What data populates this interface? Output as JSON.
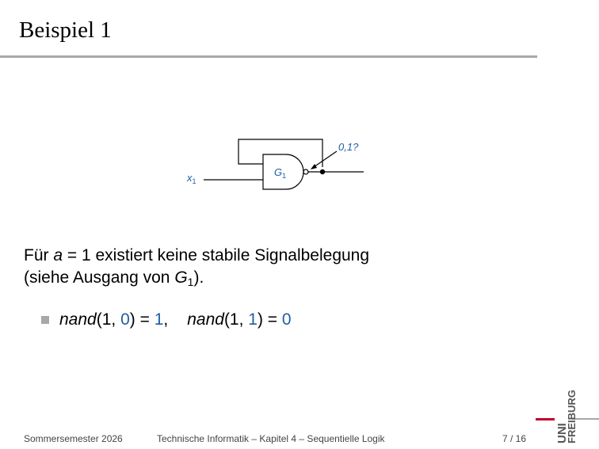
{
  "slide": {
    "title": "Beispiel 1"
  },
  "diagram": {
    "gate_label": "G",
    "gate_sub": "1",
    "input_label": "x",
    "input_sub": "1",
    "output_annotation": "0,1?"
  },
  "body": {
    "line1_pre": "Für ",
    "line1_var": "a",
    "line1_post": " = 1 existiert keine stabile Signalbelegung",
    "line2_pre": "(siehe Ausgang von ",
    "line2_var": "G",
    "line2_sub": "1",
    "line2_post": ")."
  },
  "bullet": {
    "fn1": "nand",
    "fn1_open": "(1, ",
    "fn1_arg": "0",
    "fn1_close": ") = ",
    "fn1_result": "1",
    "sep": ",",
    "fn2": "nand",
    "fn2_open": "(1, ",
    "fn2_arg": "1",
    "fn2_close": ") = ",
    "fn2_result": "0"
  },
  "footer": {
    "semester": "Sommersemester 2026",
    "course": "Technische Informatik –  Kapitel 4 – Sequentielle Logik",
    "page": "7 / 16"
  },
  "logo": {
    "line1": "UNI",
    "line2": "FREIBURG"
  },
  "colors": {
    "accent_blue": "#1f5fa6",
    "logo_red": "#c1002a",
    "rule_gray": "#a8a8a8"
  }
}
